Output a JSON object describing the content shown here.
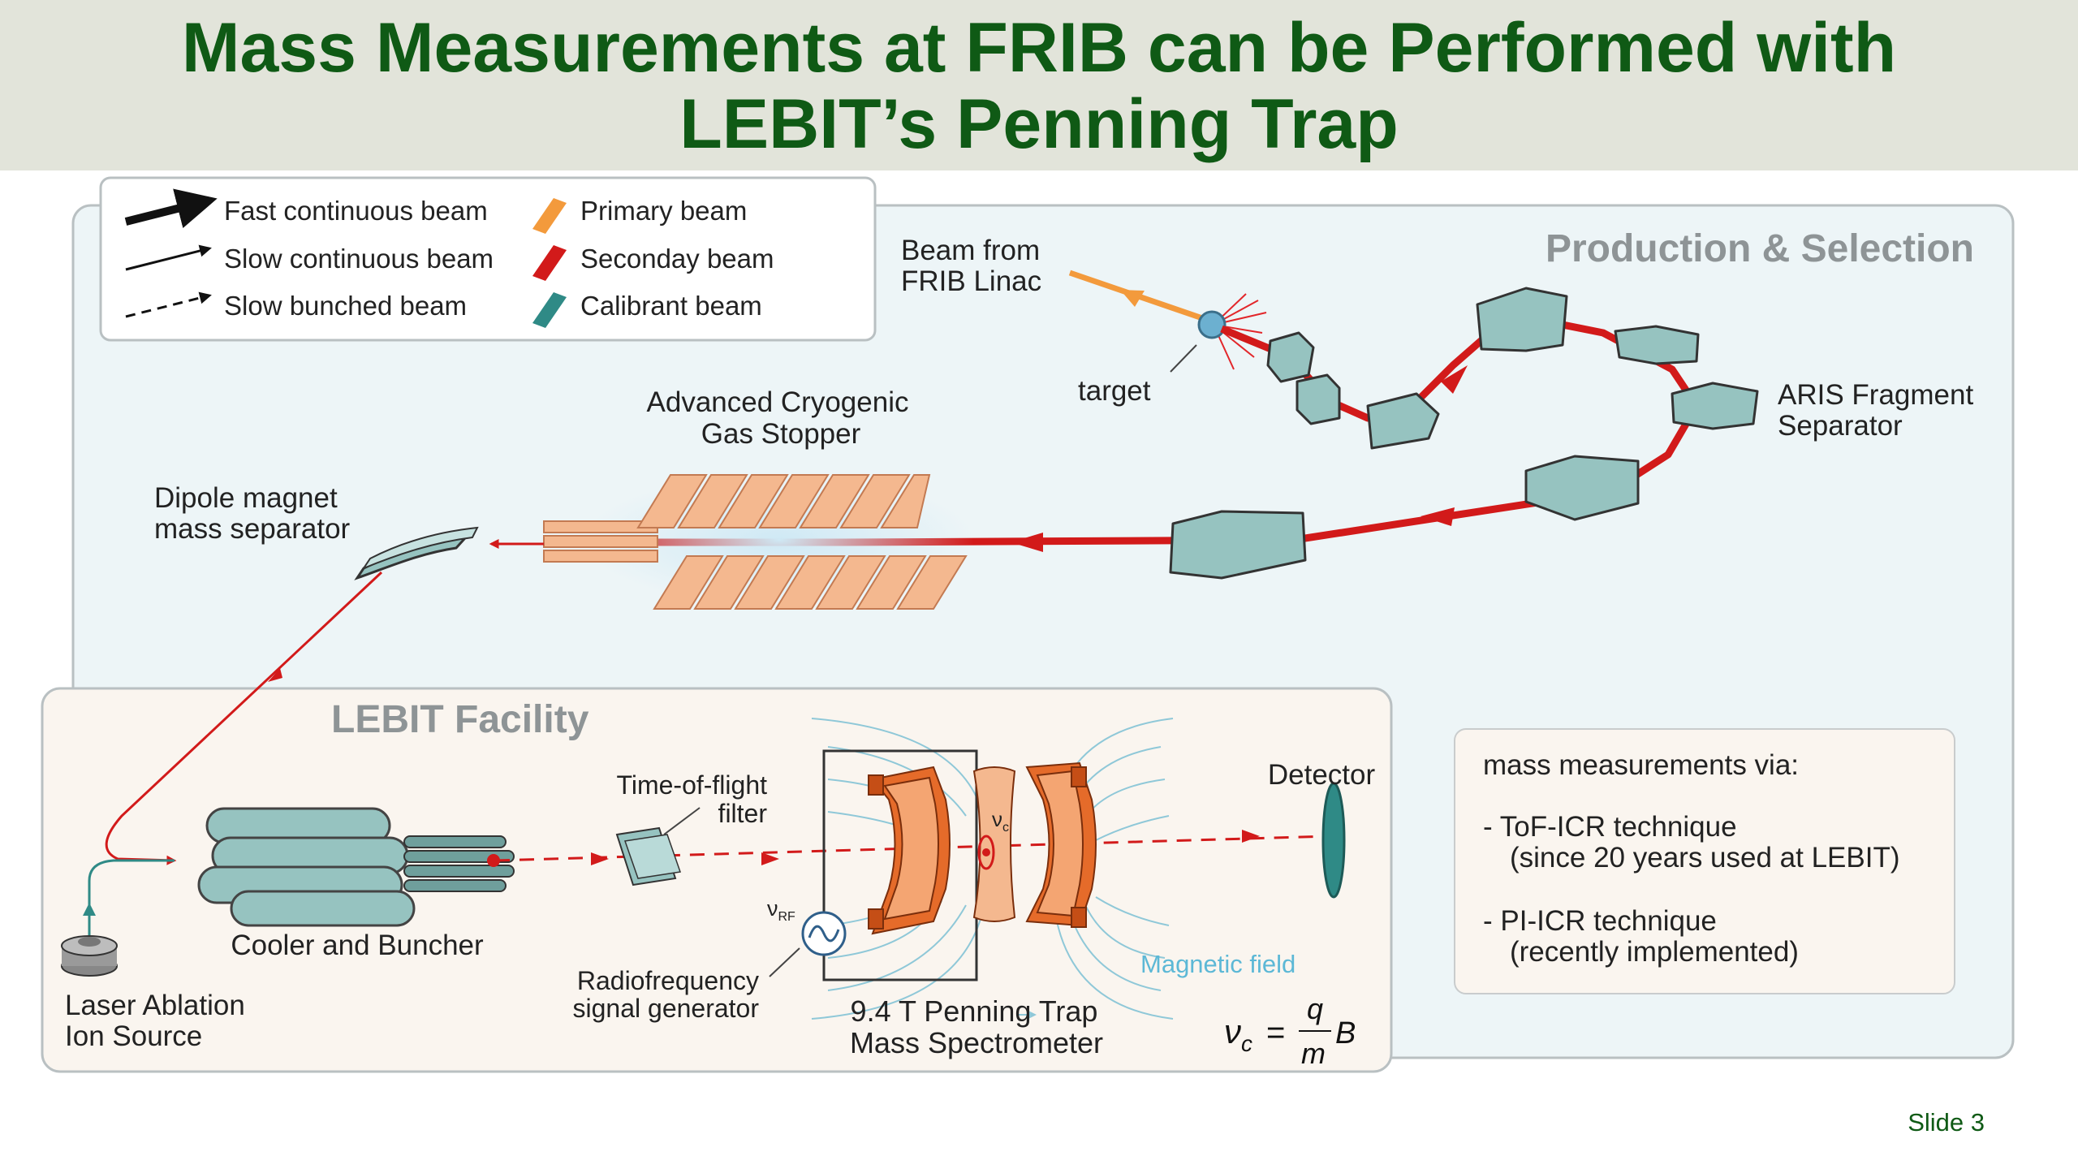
{
  "title": {
    "line1": "Mass Measurements at FRIB can be Performed with",
    "line2": "LEBIT’s  Penning Trap"
  },
  "legend": {
    "fast_continuous": "Fast continuous beam",
    "slow_continuous": "Slow continuous beam",
    "slow_bunched": "Slow bunched beam",
    "primary": "Primary beam",
    "secondary": "Seconday beam",
    "calibrant": "Calibrant beam"
  },
  "labels": {
    "production_selection": "Production & Selection",
    "beam_from_1": "Beam from",
    "beam_from_2": "FRIB Linac",
    "target": "target",
    "aris_1": "ARIS Fragment",
    "aris_2": "Separator",
    "gas_stopper_1": "Advanced Cryogenic",
    "gas_stopper_2": "Gas Stopper",
    "dipole_1": "Dipole magnet",
    "dipole_2": "mass separator",
    "lebit_facility": "LEBIT Facility",
    "tof_1": "Time-of-flight",
    "tof_2": "filter",
    "detector": "Detector",
    "vc": "ν",
    "vc_sub": "c",
    "vrf": "ν",
    "vrf_sub": "RF",
    "cooler": "Cooler and Buncher",
    "laser_1": "Laser Ablation",
    "laser_2": "Ion Source",
    "rf_gen_1": "Radiofrequency",
    "rf_gen_2": "signal generator",
    "penning_1": "9.4 T Penning Trap",
    "penning_2": "Mass Spectrometer",
    "magnetic_field": "Magnetic field",
    "formula_lhs": "ν",
    "formula_sub": "c",
    "formula_eq": "=",
    "formula_num": "q",
    "formula_den": "m",
    "formula_b": "B"
  },
  "info_box": {
    "heading": "mass measurements via:",
    "item1_line1": "- ToF-ICR technique",
    "item1_line2": "(since 20 years used at LEBIT)",
    "item2_line1": "- PI-ICR technique",
    "item2_line2": "(recently implemented)"
  },
  "slide_number": "Slide 3",
  "colors": {
    "title": "#0f5a15",
    "primary_beam": "#f39a3c",
    "secondary_beam": "#d21a1a",
    "calibrant_beam": "#2f8a86",
    "magnet": "#96c3c0",
    "stopper": "#f4b88f",
    "trap": "#e56b2a",
    "field_label": "#5cb8d6"
  }
}
